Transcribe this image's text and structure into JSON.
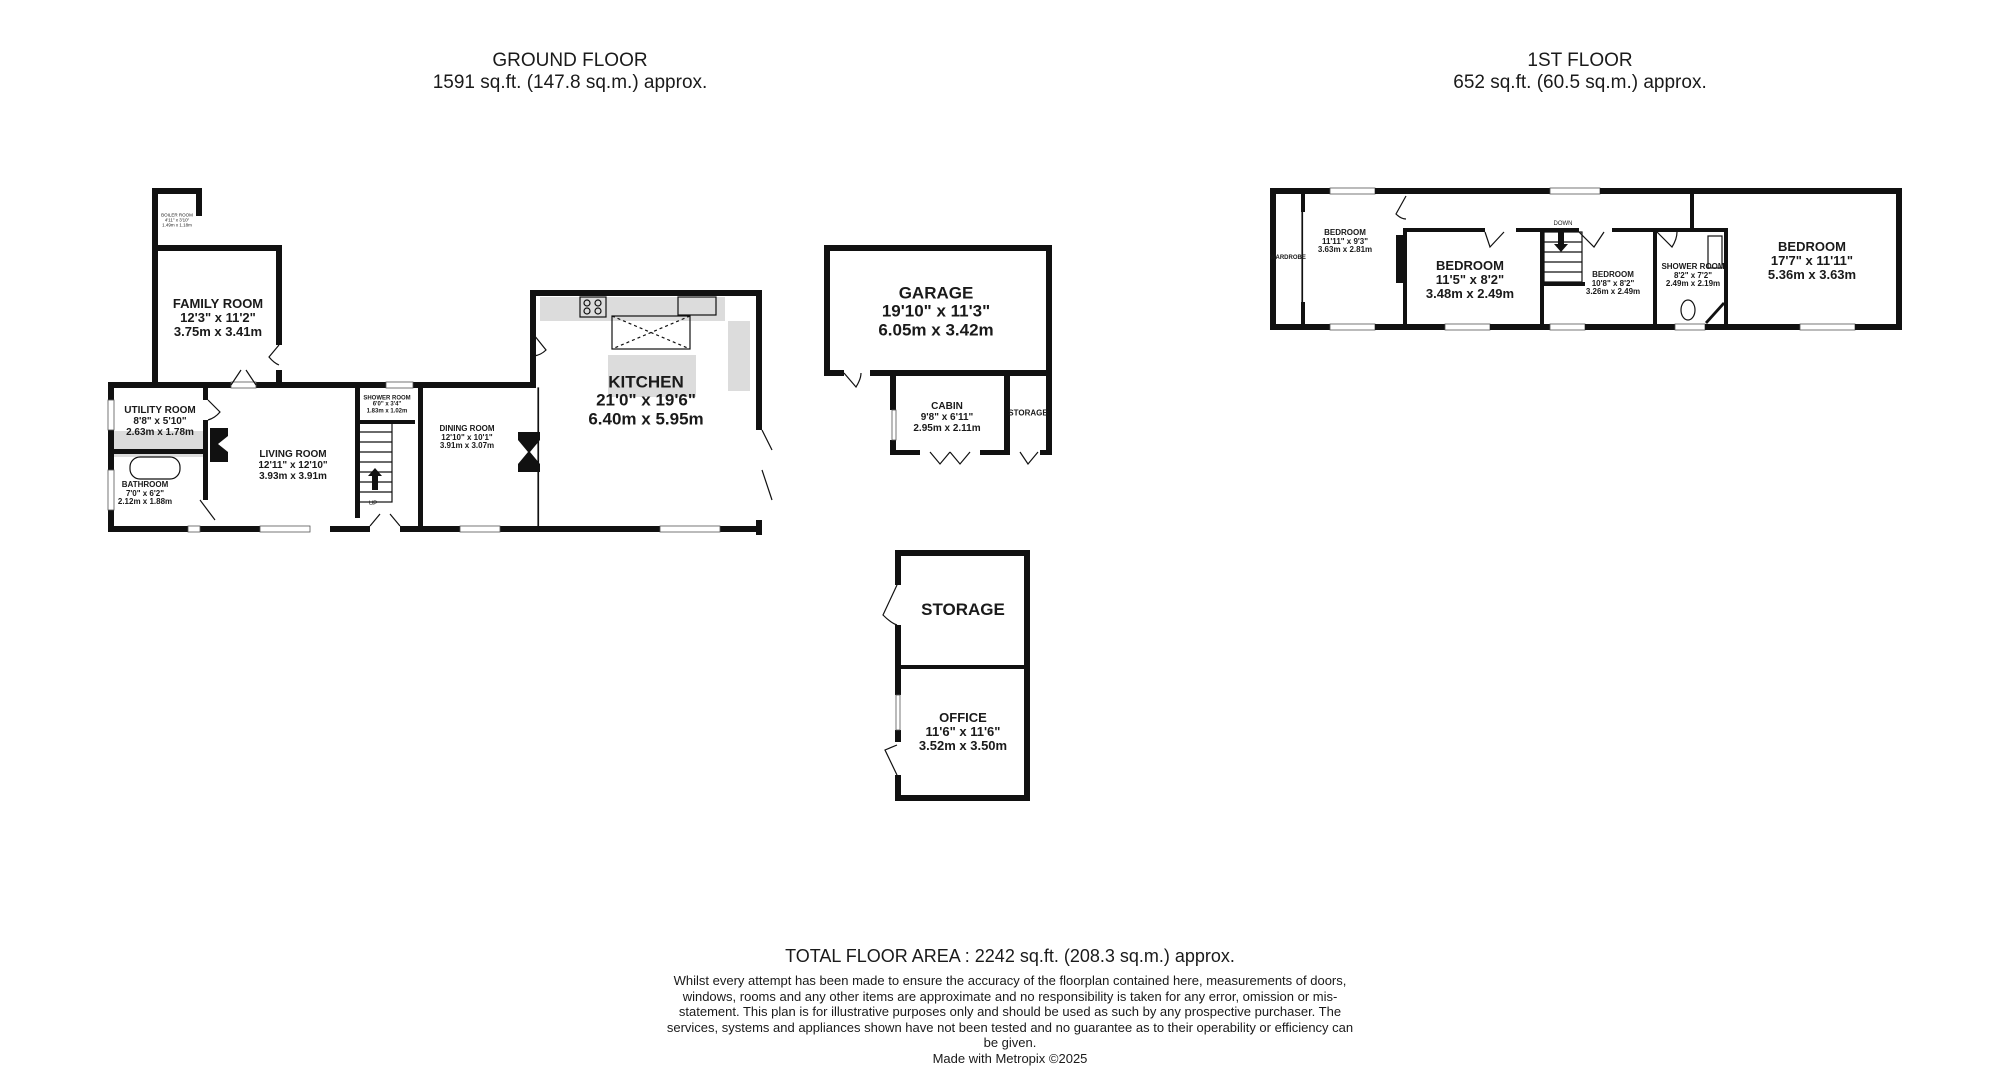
{
  "ground_floor": {
    "title": "GROUND FLOOR",
    "area": "1591 sq.ft. (147.8 sq.m.) approx.",
    "rooms": {
      "boiler_room": {
        "name": "BOILER ROOM",
        "imperial": "4'11\" x 3'10\"",
        "metric": "1.49m x 1.18m"
      },
      "family_room": {
        "name": "FAMILY ROOM",
        "imperial": "12'3\"  x 11'2\"",
        "metric": "3.75m  x 3.41m"
      },
      "utility_room": {
        "name": "UTILITY ROOM",
        "imperial": "8'8\"  x 5'10\"",
        "metric": "2.63m  x 1.78m"
      },
      "bathroom": {
        "name": "BATHROOM",
        "imperial": "7'0\"  x 6'2\"",
        "metric": "2.12m  x 1.88m"
      },
      "living_room": {
        "name": "LIVING ROOM",
        "imperial": "12'11\"  x 12'10\"",
        "metric": "3.93m  x 3.91m"
      },
      "shower_room": {
        "name": "SHOWER ROOM",
        "imperial": "6'0\"  x 3'4\"",
        "metric": "1.83m  x 1.02m"
      },
      "dining_room": {
        "name": "DINING ROOM",
        "imperial": "12'10\"  x 10'1\"",
        "metric": "3.91m  x 3.07m"
      },
      "kitchen": {
        "name": "KITCHEN",
        "imperial": "21'0\"  x 19'6\"",
        "metric": "6.40m  x 5.95m"
      },
      "garage": {
        "name": "GARAGE",
        "imperial": "19'10\"  x 11'3\"",
        "metric": "6.05m  x 3.42m"
      },
      "cabin": {
        "name": "CABIN",
        "imperial": "9'8\"  x 6'11\"",
        "metric": "2.95m  x 2.11m"
      },
      "cabin_storage": {
        "name": "STORAGE"
      },
      "outbuilding_storage": {
        "name": "STORAGE"
      },
      "office": {
        "name": "OFFICE",
        "imperial": "11'6\"  x 11'6\"",
        "metric": "3.52m  x 3.50m"
      }
    },
    "stairs_label": "UP"
  },
  "first_floor": {
    "title": "1ST FLOOR",
    "area": "652 sq.ft. (60.5 sq.m.) approx.",
    "rooms": {
      "wardrobe": {
        "name": "WARDROBE"
      },
      "bedroom_1": {
        "name": "BEDROOM",
        "imperial": "11'11\"  x 9'3\"",
        "metric": "3.63m  x 2.81m"
      },
      "bedroom_2": {
        "name": "BEDROOM",
        "imperial": "11'5\"  x 8'2\"",
        "metric": "3.48m  x 2.49m"
      },
      "bedroom_3": {
        "name": "BEDROOM",
        "imperial": "10'8\"  x 8'2\"",
        "metric": "3.26m  x 2.49m"
      },
      "shower_room": {
        "name": "SHOWER ROOM",
        "imperial": "8'2\"  x 7'2\"",
        "metric": "2.49m  x 2.19m"
      },
      "bedroom_4": {
        "name": "BEDROOM",
        "imperial": "17'7\"  x 11'11\"",
        "metric": "5.36m  x 3.63m"
      }
    },
    "stairs_label": "DOWN"
  },
  "footer": {
    "total_area": "TOTAL FLOOR AREA : 2242 sq.ft. (208.3 sq.m.) approx.",
    "disclaimer": "Whilst every attempt has been made to ensure the accuracy of the floorplan contained here, measurements of doors, windows, rooms and any other items are approximate and no responsibility is taken for any error, omission or mis-statement. This plan is for illustrative purposes only and should be used as such by any prospective purchaser. The services, systems and appliances shown have not been tested and no guarantee as to their operability or efficiency can be given.",
    "credit": "Made with Metropix ©2025"
  }
}
